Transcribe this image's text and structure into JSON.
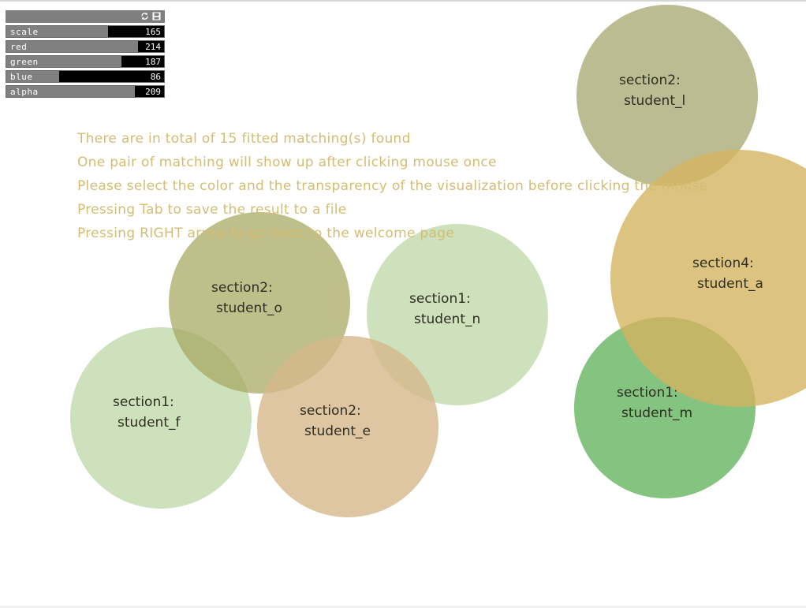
{
  "panel": {
    "sliders": [
      {
        "label": "scale",
        "value": 165,
        "max": 255
      },
      {
        "label": "red",
        "value": 214,
        "max": 255
      },
      {
        "label": "green",
        "value": 187,
        "max": 255
      },
      {
        "label": "blue",
        "value": 86,
        "max": 255
      },
      {
        "label": "alpha",
        "value": 209,
        "max": 255
      }
    ],
    "icons": [
      "reset-icon",
      "save-icon"
    ]
  },
  "instructions": [
    "There are in total of 15 fitted matching(s) found",
    "One pair of matching will show up after clicking mouse once",
    "Please select the color and the transparency of the visualization before clicking the mouse",
    "Pressing Tab to save the result to a file",
    "Pressing RIGHT arrow to go back to the welcome page"
  ],
  "bubbles": [
    {
      "id": "student_l",
      "section": "section2:",
      "student": "student_l",
      "color": "#a6a66d"
    },
    {
      "id": "student_a",
      "section": "section4:",
      "student": "student_a",
      "color": "#d3b460"
    },
    {
      "id": "student_n",
      "section": "section1:",
      "student": "student_n",
      "color": "#c4dcb0"
    },
    {
      "id": "student_f",
      "section": "section1:",
      "student": "student_f",
      "color": "#c4dcb0"
    },
    {
      "id": "student_o",
      "section": "section2:",
      "student": "student_o",
      "color": "#a6a660"
    },
    {
      "id": "student_e",
      "section": "section2:",
      "student": "student_e",
      "color": "#d4b88a"
    },
    {
      "id": "student_m",
      "section": "section1:",
      "student": "student_m",
      "color": "#6fb86a"
    }
  ]
}
